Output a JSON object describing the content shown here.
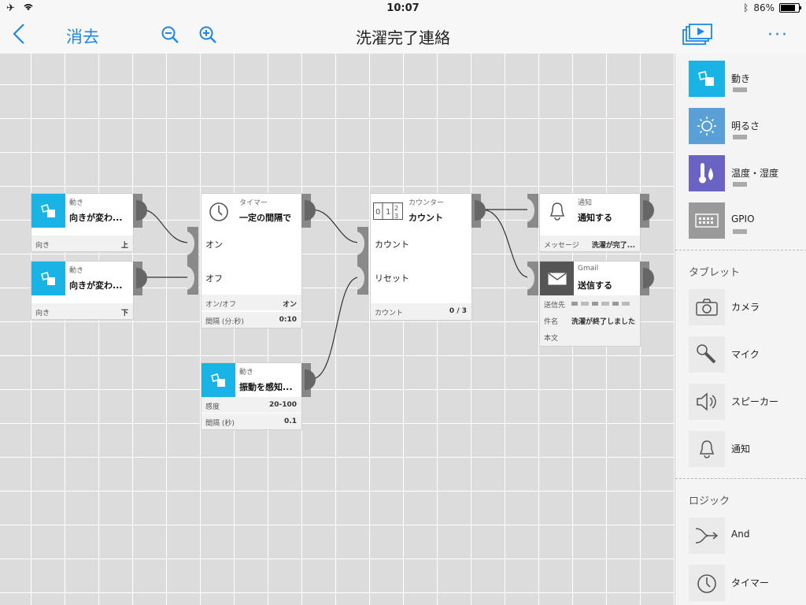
{
  "status": {
    "time": "10:07",
    "battery": "86%"
  },
  "nav": {
    "delete_label": "消去",
    "title": "洗濯完了連絡"
  },
  "nodes": {
    "motion1": {
      "type": "動き",
      "name": "向きが変わ...",
      "prop_key": "向き",
      "prop_val": "上"
    },
    "motion2": {
      "type": "動き",
      "name": "向きが変わ...",
      "prop_key": "向き",
      "prop_val": "下"
    },
    "timer": {
      "type": "タイマー",
      "name": "一定の間隔で",
      "port_on": "オン",
      "port_off": "オフ",
      "props": [
        {
          "k": "オン/オフ",
          "v": "オン"
        },
        {
          "k": "間隔 (分:秒)",
          "v": "0:10"
        }
      ]
    },
    "vibration": {
      "type": "動き",
      "name": "振動を感知...",
      "props": [
        {
          "k": "感度",
          "v": "20-100"
        },
        {
          "k": "間隔 (秒)",
          "v": "0.1"
        }
      ]
    },
    "counter": {
      "type": "カウンター",
      "name": "カウント",
      "port_count": "カウント",
      "port_reset": "リセット",
      "icon_text": "0123",
      "prop_key": "カウント",
      "prop_val": "0 / 3"
    },
    "notify": {
      "type": "通知",
      "name": "通知する",
      "prop_key": "メッセージ",
      "prop_val": "洗濯が完了..."
    },
    "gmail": {
      "type": "Gmail",
      "name": "送信する",
      "props": [
        {
          "k": "送信先",
          "v": ""
        },
        {
          "k": "件名",
          "v": "洗濯が終了しました"
        },
        {
          "k": "本文",
          "v": ""
        }
      ]
    }
  },
  "sidebar": {
    "items_top": [
      {
        "label": "動き",
        "color": "#1ab3e6",
        "icon": "motion-icon"
      },
      {
        "label": "明るさ",
        "color": "#5aa0d8",
        "icon": "sun-icon"
      },
      {
        "label": "温度・湿度",
        "color": "#6b63c4",
        "icon": "thermometer-icon"
      },
      {
        "label": "GPIO",
        "color": "#9a9a9a",
        "icon": "gpio-icon"
      }
    ],
    "section_tablet": "タブレット",
    "items_tablet": [
      {
        "label": "カメラ",
        "icon": "camera-icon"
      },
      {
        "label": "マイク",
        "icon": "microphone-icon"
      },
      {
        "label": "スピーカー",
        "icon": "speaker-icon"
      },
      {
        "label": "通知",
        "icon": "bell-icon"
      }
    ],
    "section_logic": "ロジック",
    "items_logic": [
      {
        "label": "And",
        "icon": "and-icon"
      },
      {
        "label": "タイマー",
        "icon": "timer-icon"
      }
    ]
  },
  "colors": {
    "accent": "#1e88e5",
    "motion": "#1ab3e6",
    "dark_tile": "#555555"
  }
}
